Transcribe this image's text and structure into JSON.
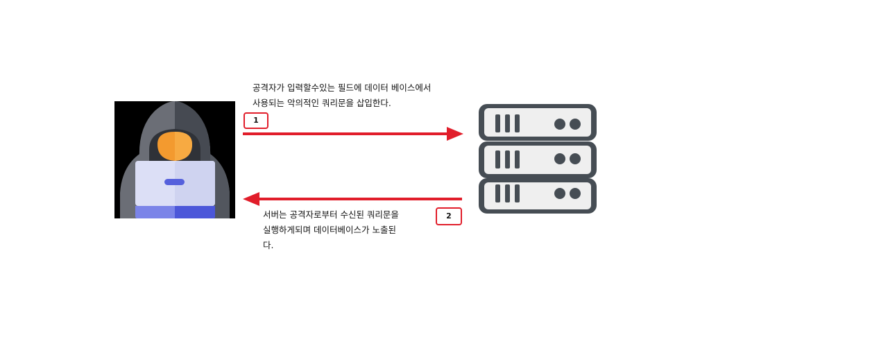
{
  "steps": [
    {
      "number": "1",
      "text": "공격자가 입력할수있는 필드에 데이터 베이스에서\n사용되는 악의적인 쿼리문을 삽입한다."
    },
    {
      "number": "2",
      "text": "서버는 공격자로부터 수신된 쿼리문을\n실행하게되며 데이터베이스가 노출된\n다."
    }
  ],
  "icons": {
    "attacker": "hooded-hacker-with-laptop-icon",
    "server": "server-rack-icon"
  },
  "colors": {
    "arrow": "#e11d2a",
    "server_body": "#464d54",
    "server_panel": "#efefef",
    "hood_dark": "#464a52",
    "hood_light": "#6b6e76",
    "face": "#f39a2f",
    "laptop_screen": "#dcdff6",
    "laptop_base": "#4c57d9"
  }
}
